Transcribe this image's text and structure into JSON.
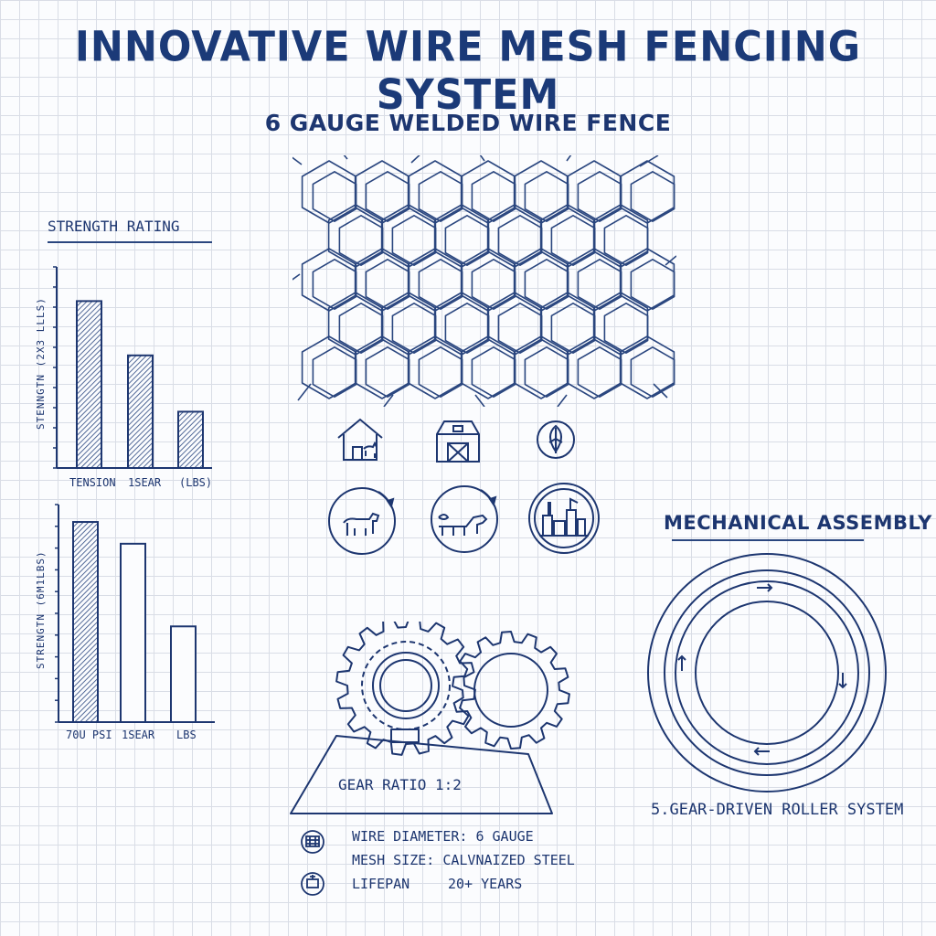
{
  "header": {
    "title": "INNOVATIVE WIRE MESH FENCIING SYSTEM",
    "subtitle": "6 GAUGE WELDED WIRE FENCE"
  },
  "strength_panel": {
    "title": "STRENGTH RATING"
  },
  "chart_data": [
    {
      "type": "bar",
      "ylabel": "STENNGTN (2X3 LLLS)",
      "categories": [
        "TENSION",
        "1SEAR",
        "(LBS)"
      ],
      "values": [
        0.83,
        0.56,
        0.28
      ],
      "ylim": [
        0,
        1
      ],
      "grid": false,
      "fill": [
        "hatched",
        "hatched",
        "hatched"
      ]
    },
    {
      "type": "bar",
      "ylabel": "STRENGTN (6M1LBS)",
      "categories": [
        "70U PSI",
        "1SEAR",
        "LBS"
      ],
      "values": [
        0.92,
        0.82,
        0.44
      ],
      "ylim": [
        0,
        1
      ],
      "grid": false,
      "fill": [
        "hatched",
        "outline",
        "outline"
      ]
    }
  ],
  "icons": {
    "row1": [
      "house-dog-icon",
      "barn-icon",
      "leaf-badge-icon"
    ],
    "row2": [
      "dog-cycle-icon",
      "livestock-cycle-icon",
      "industrial-cycle-icon"
    ]
  },
  "gears": {
    "ratio_label": "GEAR RATIO 1:2"
  },
  "mechanical": {
    "title": "MECHANICAL ASSEMBLY",
    "caption": "5.GEAR-DRIVEN ROLLER SYSTEM"
  },
  "specs": [
    {
      "icon": "mesh-crate-icon",
      "label": "WIRE DIAMETER: 6 GAUGE"
    },
    {
      "icon": "",
      "label": "MESH SIZE: CALVNAIZED STEEL"
    },
    {
      "icon": "roll-icon",
      "label": "LIFEPAN",
      "value": "20+ YEARS"
    }
  ],
  "colors": {
    "ink": "#1d3670",
    "grid": "#d9dde6",
    "paper": "#fbfcfe"
  }
}
